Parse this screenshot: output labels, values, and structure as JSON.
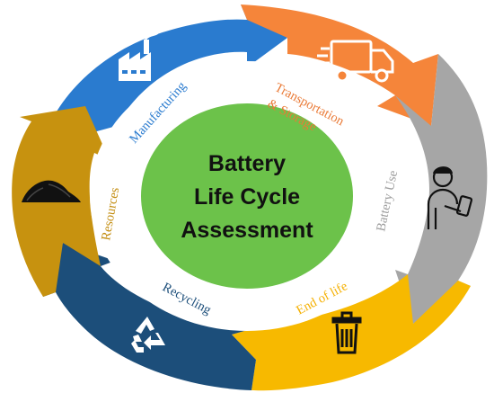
{
  "center": {
    "lines": [
      "Battery",
      "Life Cycle",
      "Assessment"
    ],
    "color": "#6cc24a"
  },
  "stages": [
    {
      "key": "manufacturing",
      "label": "Manufacturing",
      "color": "#2a7bcf",
      "text_color": "#2a7bcf",
      "icon": "factory-icon"
    },
    {
      "key": "transportation",
      "label_lines": [
        "Transportation",
        "& Storage"
      ],
      "color": "#f5853a",
      "text_color": "#ea7a36",
      "icon": "delivery-truck-icon"
    },
    {
      "key": "battery-use",
      "label": "Battery Use",
      "color": "#a6a6a6",
      "text_color": "#9d9d9d",
      "icon": "person-with-phone-icon"
    },
    {
      "key": "end-of-life",
      "label": "End of life",
      "color": "#f7b900",
      "text_color": "#f5b000",
      "icon": "trash-can-icon"
    },
    {
      "key": "recycling",
      "label": "Recycling",
      "color": "#1c4e7a",
      "text_color": "#1c4e7a",
      "icon": "recycle-icon"
    },
    {
      "key": "resources",
      "label": "Resources",
      "color": "#c7920f",
      "text_color": "#c38d10",
      "icon": "ore-pile-icon"
    }
  ]
}
